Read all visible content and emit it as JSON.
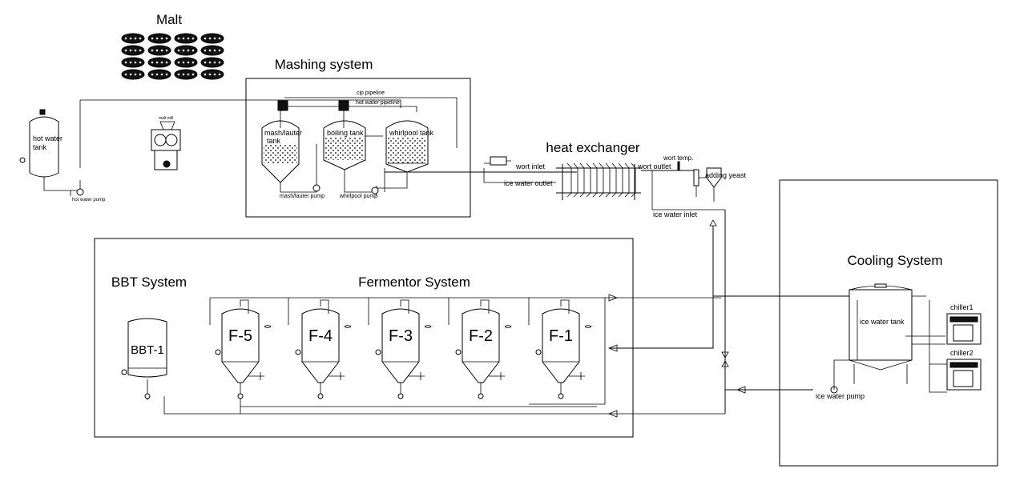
{
  "diagram": {
    "malt": "Malt",
    "mashing_system": "Mashing system",
    "cip_pipeline": "cip pipeline",
    "hot_water_pipeline": "hot water pipeline",
    "mash_lauter_tank": [
      "mash/lauter",
      "tank"
    ],
    "boiling_tank": "boiling tank",
    "whirlpool_tank": "whirlpool tank",
    "mash_lauter_pump": "mash/lauter pump",
    "whirlpool_pump": "whirlpool pump",
    "hot_water_tank": [
      "hot water",
      "tank"
    ],
    "hot_water_pump": "hot water pump",
    "malt_mill": "malt mill",
    "heat_exchanger": "heat exchanger",
    "wort_inlet": "wort inlet",
    "ice_water_outlet": "ice water outlet",
    "wort_outlet": "wort outlet",
    "wort_temp": "wort temp.",
    "adding_yeast": "adding yeast",
    "ice_water_inlet": "ice water inlet",
    "bbt_system": "BBT System",
    "fermentor_system": "Fermentor System",
    "bbt_tank": "BBT-1",
    "fermentors": [
      "F-5",
      "F-4",
      "F-3",
      "F-2",
      "F-1"
    ],
    "cooling_system": "Cooling System",
    "ice_water_tank": "ice water tank",
    "chiller1": "chiller1",
    "chiller2": "chiller2",
    "ice_water_pump": "ice water pump"
  }
}
